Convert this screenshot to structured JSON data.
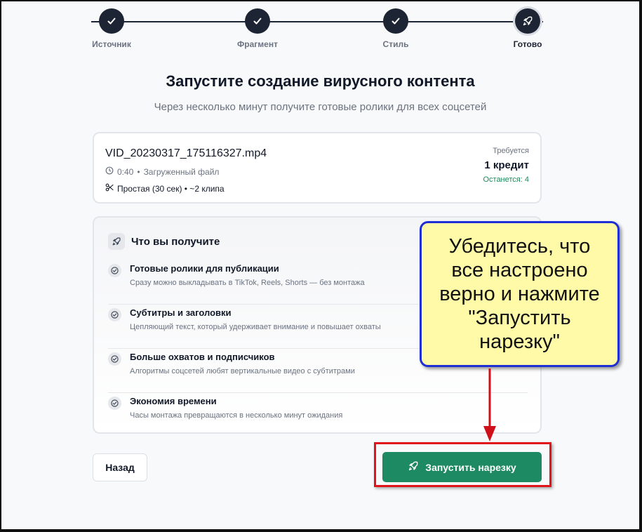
{
  "stepper": {
    "steps": [
      {
        "label": "Источник",
        "state": "done"
      },
      {
        "label": "Фрагмент",
        "state": "done"
      },
      {
        "label": "Стиль",
        "state": "done"
      },
      {
        "label": "Готово",
        "state": "active"
      }
    ]
  },
  "header": {
    "title": "Запустите создание вирусного контента",
    "subtitle": "Через несколько минут получите готовые ролики для всех соцсетей"
  },
  "file": {
    "name": "VID_20230317_175116327.mp4",
    "duration": "0:40",
    "source": "Загруженный файл",
    "mode": "Простая (30 сек) • ~2 клипа",
    "required_label": "Требуется",
    "required_value": "1 кредит",
    "remaining": "Останется: 4"
  },
  "benefits": {
    "title": "Что вы получите",
    "items": [
      {
        "title": "Готовые ролики для публикации",
        "desc": "Сразу можно выкладывать в TikTok, Reels, Shorts — без монтажа"
      },
      {
        "title": "Субтитры и заголовки",
        "desc": "Цепляющий текст, который удерживает внимание и повышает охваты"
      },
      {
        "title": "Больше охватов и подписчиков",
        "desc": "Алгоритмы соцсетей любят вертикальные видео с субтитрами"
      },
      {
        "title": "Экономия времени",
        "desc": "Часы монтажа превращаются в несколько минут ожидания"
      }
    ]
  },
  "actions": {
    "back_label": "Назад",
    "launch_label": "Запустить нарезку"
  },
  "annotation": {
    "callout_text": "Убедитесь, что все настроено верно и нажмите \"Запустить нарезку\""
  },
  "colors": {
    "accent": "#1d8a63",
    "dark": "#1d2433",
    "highlight_border": "#e0141a",
    "callout_bg": "#fffaa8",
    "callout_border": "#1f2fd6"
  },
  "icons": {
    "step_done": "check-icon",
    "step_active": "rocket-icon",
    "duration": "clock-icon",
    "mode": "scissors-icon",
    "benefit": "check-circle-icon"
  }
}
